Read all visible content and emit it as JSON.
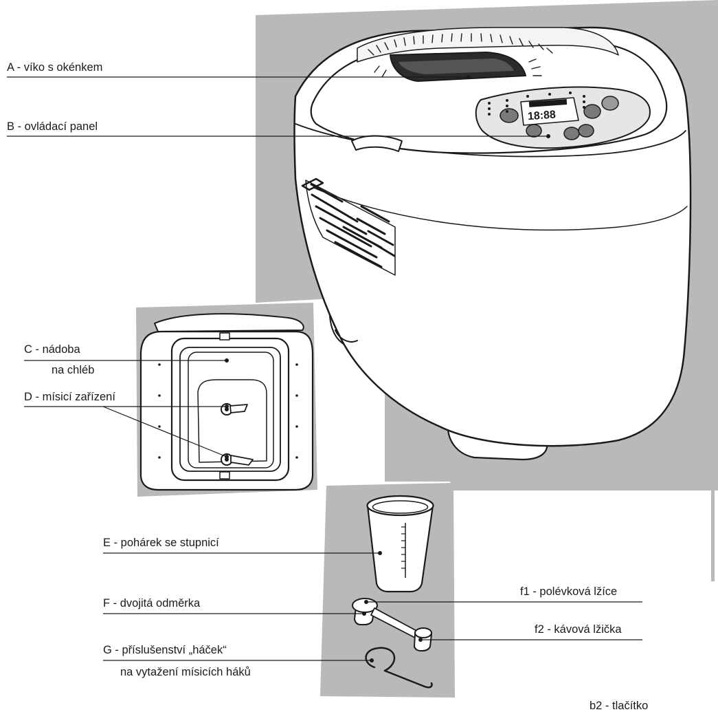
{
  "labels": {
    "a": "A - víko s okénkem",
    "b": "B - ovládací panel",
    "c1": "C -  nádoba",
    "c2": "na chléb",
    "d": "D - mísicí zařízení",
    "e": "E - pohárek se stupnicí",
    "f": "F - dvojitá odměrka",
    "f1": "f1 - polévková lžíce",
    "f2": "f2 - kávová lžička",
    "g1": "G - příslušenství „háček“",
    "g2": "na vytažení mísicích háků",
    "b2": "b2 - tlačítko"
  },
  "display": {
    "digits": "18:88"
  },
  "colors": {
    "panel_gray": "#b9b9b9",
    "line": "#1a1a1a",
    "fill": "#ffffff"
  }
}
